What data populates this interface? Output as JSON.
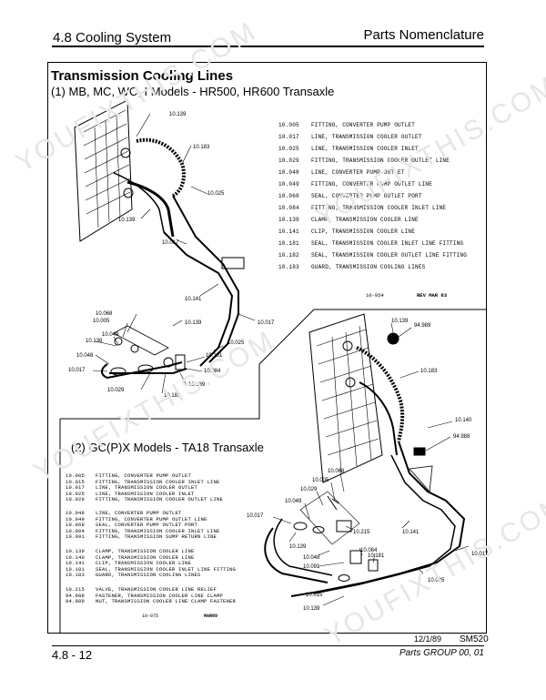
{
  "header": {
    "section": "4.8 Cooling System",
    "title": "Parts Nomenclature"
  },
  "section1": {
    "title": "Transmission Cooling Lines",
    "subtitle": "(1)  MB, MC, WC, I Models - HR500, HR600 Transaxle",
    "legend": [
      {
        "num": "10.005",
        "desc": "FITTING, CONVERTER PUMP OUTLET"
      },
      {
        "num": "10.017",
        "desc": "LINE, TRANSMISSION COOLER OUTLET"
      },
      {
        "num": "10.025",
        "desc": "LINE, TRANSMISSION COOLER INLET"
      },
      {
        "num": "10.029",
        "desc": "FITTING, TRANSMISSION COOLER OUTLET LINE"
      },
      {
        "num": "10.048",
        "desc": "LINE, CONVERTER PUMP OUTLET"
      },
      {
        "num": "10.049",
        "desc": "FITTING, CONVERTER PUMP OUTLET LINE"
      },
      {
        "num": "10.068",
        "desc": "SEAL, CONVERTER PUMP OUTLET PORT"
      },
      {
        "num": "10.084",
        "desc": "FITTING, TRANSMISSION COOLER INLET LINE"
      },
      {
        "num": "10.139",
        "desc": "CLAMP, TRANSMISSION COOLER LINE"
      },
      {
        "num": "10.141",
        "desc": "CLIP, TRANSMISSION COOLER LINE"
      },
      {
        "num": "10.181",
        "desc": "SEAL, TRANSMISSION COOLER INLET LINE FITTING"
      },
      {
        "num": "10.182",
        "desc": "SEAL, TRANSMISSION COOLER OUTLET LINE FITTING"
      },
      {
        "num": "10.183",
        "desc": "GUARD, TRANSMISSION COOLING LINES"
      }
    ],
    "fig_id": "10-054",
    "rev": "REV MAR 83",
    "callouts": [
      "10.139",
      "10.183",
      "10.025",
      "10.139",
      "10.017",
      "10.141",
      "10.068",
      "10.005",
      "10.049",
      "10.139",
      "10.139",
      "10.017",
      "10.025",
      "10.048",
      "10.017",
      "10.181",
      "10.084",
      "10.139",
      "10.029",
      "10.182"
    ]
  },
  "section2": {
    "title": "(2)  GC(P)X Models - TA18 Transaxle",
    "legend_groups": [
      [
        {
          "num": "10.005",
          "desc": "FITTING, CONVERTER PUMP OUTLET"
        },
        {
          "num": "10.015",
          "desc": "FITTING, TRANSMISSION COOLER INLET LINE"
        },
        {
          "num": "10.017",
          "desc": "LINE, TRANSMISSION COOLER OUTLET"
        },
        {
          "num": "10.025",
          "desc": "LINE, TRANSMISSION COOLER INLET"
        },
        {
          "num": "10.029",
          "desc": "FITTING, TRANSMISSION COOLER OUTLET LINE"
        }
      ],
      [
        {
          "num": "10.048",
          "desc": "LINE, CONVERTER PUMP OUTLET"
        },
        {
          "num": "10.049",
          "desc": "FITTING, CONVERTER PUMP OUTLET LINE"
        },
        {
          "num": "10.068",
          "desc": "SEAL, CONVERTER PUMP OUTLET PORT"
        },
        {
          "num": "10.084",
          "desc": "FITTING, TRANSMISSION COOLER INLET LINE"
        },
        {
          "num": "10.091",
          "desc": "FITTING, TRANSMISSION SUMP RETURN LINE"
        }
      ],
      [
        {
          "num": "10.139",
          "desc": "CLAMP, TRANSMISSION COOLER LINE"
        },
        {
          "num": "10.140",
          "desc": "CLAMP, TRANSMISSION COOLER LINE"
        },
        {
          "num": "10.141",
          "desc": "CLIP, TRANSMISSION COOLER LINE"
        },
        {
          "num": "10.181",
          "desc": "SEAL, TRANSMISSION COOLER INLET LINE FITTING"
        },
        {
          "num": "10.183",
          "desc": "GUARD, TRANSMISSION COOLING LINES"
        }
      ],
      [
        {
          "num": "10.215",
          "desc": "VALVE, TRANSMISSION COOLER LINE RELIEF"
        },
        {
          "num": "94.988",
          "desc": "FASTENER, TRANSMISSION COOLER LINE CLAMP"
        },
        {
          "num": "94.989",
          "desc": "NUT, TRANSMISSION COOLER LINE CLAMP FASTENER"
        }
      ]
    ],
    "fig_id": "10-075",
    "rev": "MAR89",
    "callouts": [
      "10.139",
      "94.989",
      "10.183",
      "10.140",
      "94.988",
      "10.068",
      "10.005",
      "10.029",
      "10.049",
      "10.017",
      "10.215",
      "10.141",
      "10.139",
      "10.048",
      "10.091",
      "10.084",
      "10.181",
      "10.017",
      "10.025",
      "10.015",
      "10.139"
    ]
  },
  "footer": {
    "date": "12/1/89",
    "code": "SM520",
    "page": "4.8 - 12",
    "group": "Parts GROUP 00, 01"
  },
  "watermark": "YOUFIXTHIS.COM"
}
